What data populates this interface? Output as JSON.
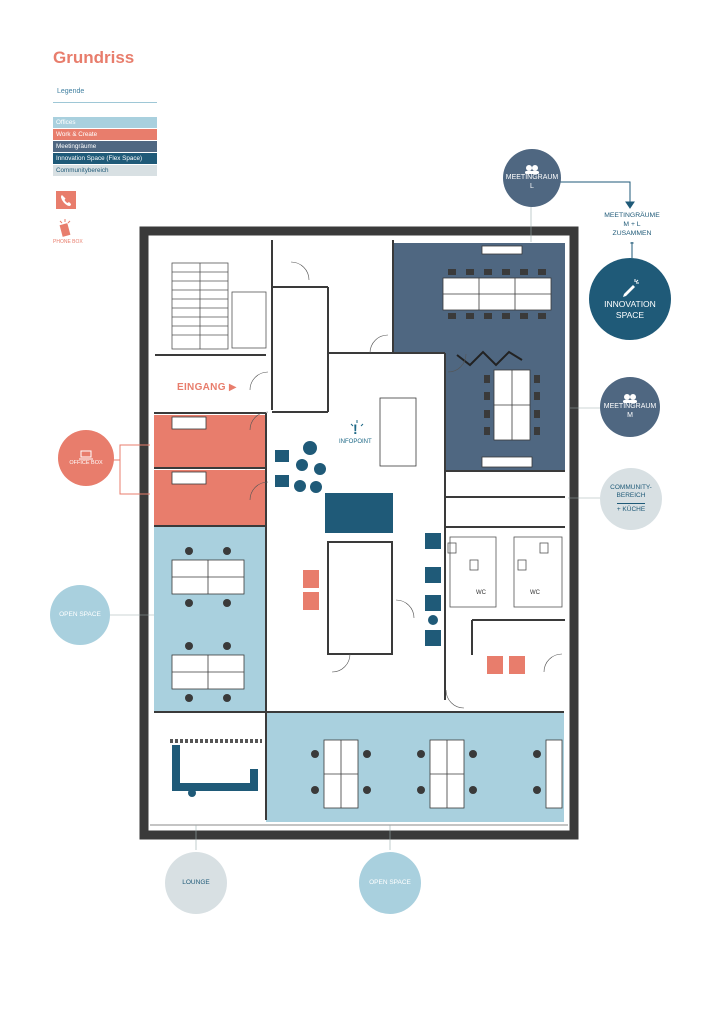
{
  "title": "Grundriss",
  "legend": {
    "heading": "Legende",
    "items": [
      {
        "label": "Offices",
        "color": "#a9d0de",
        "text_color": "#ffffff"
      },
      {
        "label": "Work & Create",
        "color": "#e87d6c",
        "text_color": "#ffffff"
      },
      {
        "label": "Meetingräume",
        "color": "#4f6781",
        "text_color": "#ffffff"
      },
      {
        "label": "Innovation Space (Flex Space)",
        "color": "#1f5a78",
        "text_color": "#ffffff"
      },
      {
        "label": "Communitybereich",
        "color": "#d8e0e3",
        "text_color": "#1f5a78"
      }
    ],
    "phone_box_label": "PHONE BOX"
  },
  "labels": {
    "eingang": "EINGANG ▶",
    "infopoint": "INFOPOINT",
    "wc": "WC"
  },
  "callouts": {
    "meetingraum_l": {
      "line1": "MEETINGRAUM",
      "line2": "L"
    },
    "meetingraum_m": {
      "line1": "MEETINGRAUM",
      "line2": "M"
    },
    "combined": {
      "line1": "MEETINGRÄUME",
      "line2": "M + L",
      "line3": "ZUSAMMEN",
      "line4": "="
    },
    "innovation": {
      "line1": "INNOVATION",
      "line2": "SPACE"
    },
    "community": {
      "line1": "COMMUNITY-",
      "line2": "BEREICH",
      "line3": "+ KÜCHE"
    },
    "office_box": "OFFICE BOX",
    "open_space_left": "OPEN SPACE",
    "open_space_bottom": "OPEN SPACE",
    "lounge": "LOUNGE"
  },
  "colors": {
    "salmon": "#e87d6c",
    "light_blue": "#a9d0de",
    "slate": "#4f6781",
    "petrol": "#1f5a78",
    "community_grey": "#d8e0e3",
    "wall": "#3a3a3a"
  }
}
